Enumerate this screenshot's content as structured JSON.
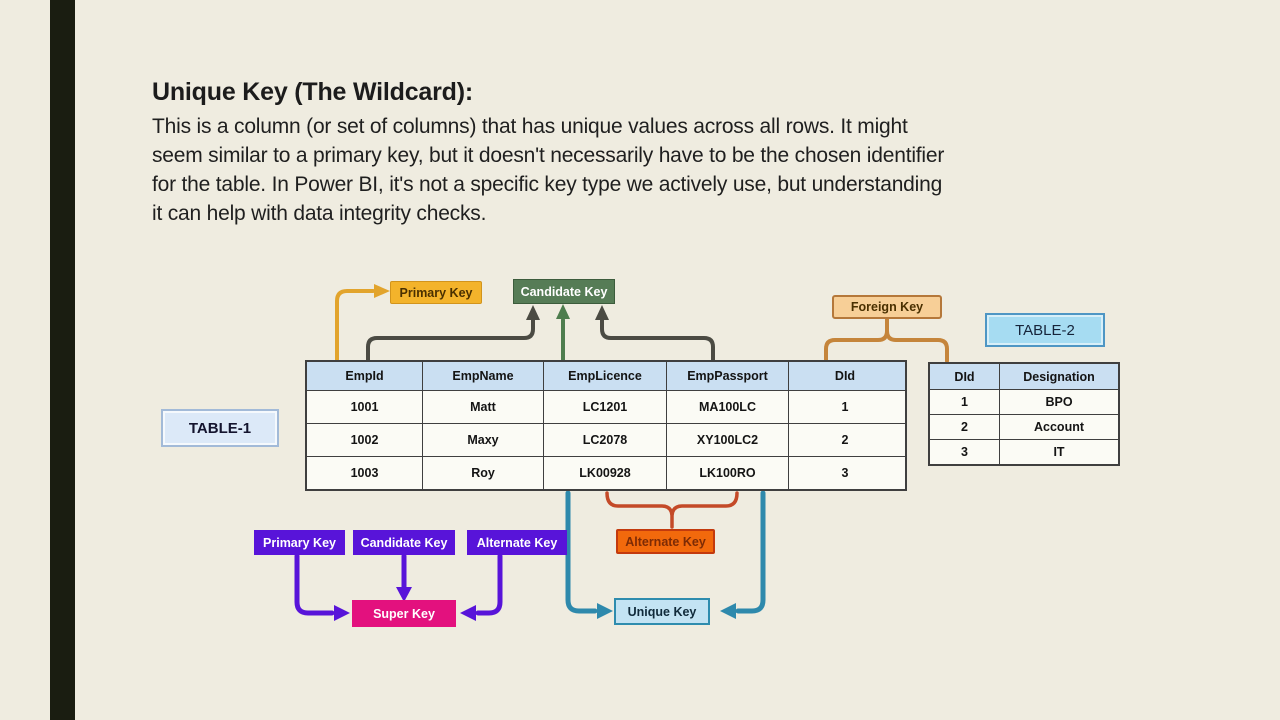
{
  "slide": {
    "title": "Unique Key (The Wildcard):",
    "body": "This is a column (or set of columns) that has unique values across all rows. It might\nseem similar to a primary key, but it doesn't necessarily have to be the chosen identifier\nfor the table. In Power BI, it's not a specific key type we actively use, but understanding\nit can help with data integrity checks."
  },
  "diagram": {
    "labels": {
      "primary_key_top": "Primary Key",
      "candidate_key_top": "Candidate Key",
      "foreign_key": "Foreign Key",
      "table1_badge": "TABLE-1",
      "table2_badge": "TABLE-2",
      "primary_key_bottom": "Primary Key",
      "candidate_key_bottom": "Candidate Key",
      "alternate_key_bottom": "Alternate Key",
      "super_key": "Super Key",
      "alternate_key_orange": "Alternate Key",
      "unique_key": "Unique Key"
    },
    "table1": {
      "headers": [
        "EmpId",
        "EmpName",
        "EmpLicence",
        "EmpPassport",
        "DId"
      ],
      "rows": [
        [
          "1001",
          "Matt",
          "LC1201",
          "MA100LC",
          "1"
        ],
        [
          "1002",
          "Maxy",
          "LC2078",
          "XY100LC2",
          "2"
        ],
        [
          "1003",
          "Roy",
          "LK00928",
          "LK100RO",
          "3"
        ]
      ]
    },
    "table2": {
      "headers": [
        "DId",
        "Designation"
      ],
      "rows": [
        [
          "1",
          "BPO"
        ],
        [
          "2",
          "Account"
        ],
        [
          "3",
          "IT"
        ]
      ]
    },
    "colors": {
      "background": "#efece0",
      "accent_bar": "#1a1d11",
      "primary_key_yellow": "#f3b32b",
      "candidate_key_green": "#567c56",
      "foreign_key_tan": "#f7cf97",
      "purple_key": "#5814d9",
      "super_key_magenta": "#e3117e",
      "alternate_key_orange": "#f2690c",
      "unique_key_blue": "#c3e3f3",
      "table_header_blue": "#cadff2",
      "arrow_yellow": "#e2a42c",
      "arrow_dark": "#4b4b43",
      "arrow_green": "#4e7d4e",
      "arrow_brown": "#c5853b",
      "arrow_purple": "#5814d9",
      "arrow_teal": "#2e89ac",
      "brace_red": "#c44a28"
    }
  }
}
